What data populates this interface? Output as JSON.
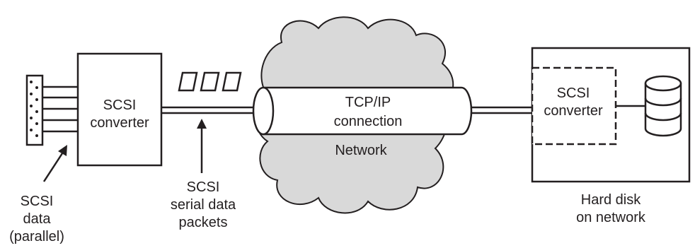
{
  "diagram": {
    "source_converter": {
      "line1": "SCSI",
      "line2": "converter"
    },
    "parallel_data_label": {
      "line1": "SCSI",
      "line2": "data",
      "line3": "(parallel)"
    },
    "serial_packets_label": {
      "line1": "SCSI",
      "line2": "serial data",
      "line3": "packets"
    },
    "tunnel_label": {
      "line1": "TCP/IP",
      "line2": "connection"
    },
    "network_label": "Network",
    "dest_converter": {
      "line1": "SCSI",
      "line2": "converter"
    },
    "hard_disk_label": {
      "line1": "Hard disk",
      "line2": "on network"
    }
  }
}
